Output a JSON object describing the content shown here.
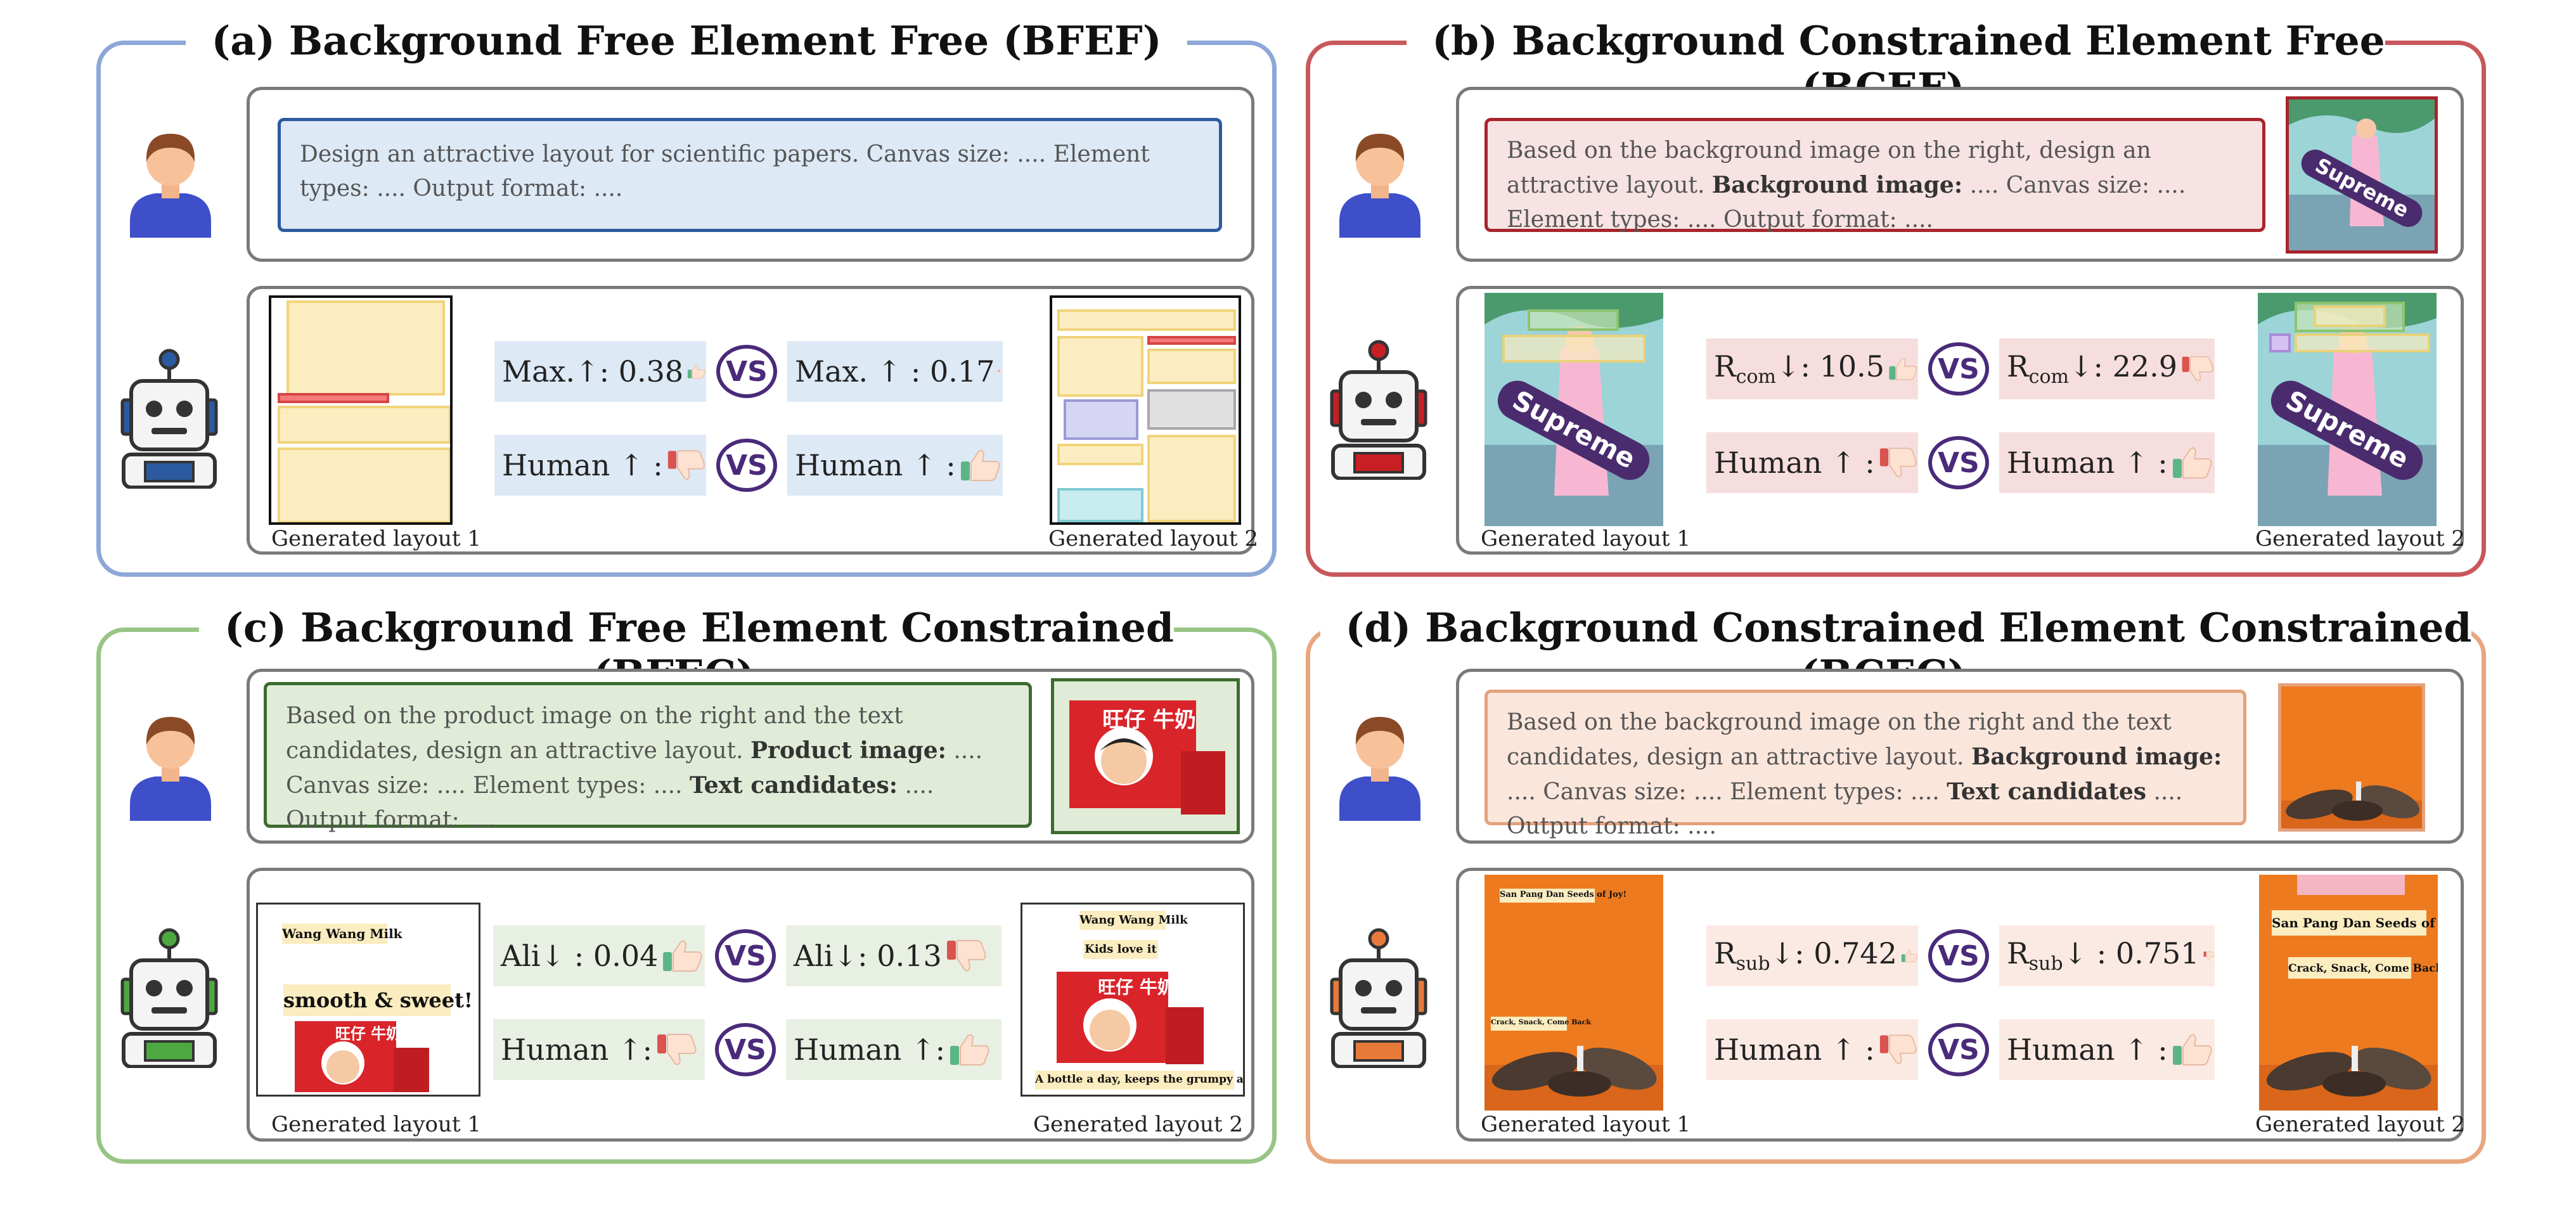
{
  "panels": {
    "a": {
      "title": "(a) Background Free Element Free (BFEF)",
      "prompt": "Design an attractive layout for scientific papers. Canvas size: .... Element types: .... Output format: ....",
      "metric_left_1": "Max.↑: 0.38",
      "metric_right_1": "Max. ↑ : 0.17",
      "metric_left_2": "Human ↑ :",
      "metric_right_2": "Human ↑ :",
      "vs": "VS",
      "caption_1": "Generated layout 1",
      "caption_2": "Generated layout 2"
    },
    "b": {
      "title": "(b) Background Constrained Element Free (BCEF)",
      "prompt_1": "Based on the background image on the right, design an attractive layout.",
      "prompt_bold": "Background image:",
      "prompt_2": " .... Canvas size: .... Element types: .... Output format: ....",
      "metric_left_1_main": "R",
      "metric_left_1_sub": "com",
      "metric_left_1_rest": "↓: 10.5",
      "metric_right_1_main": "R",
      "metric_right_1_sub": "com",
      "metric_right_1_rest": "↓: 22.9",
      "metric_left_2": "Human ↑ :",
      "metric_right_2": "Human ↑ :",
      "vs": "VS",
      "caption_1": "Generated layout 1",
      "caption_2": "Generated layout 2",
      "bg_text": "Supreme"
    },
    "c": {
      "title": "(c) Background Free Element Constrained (BFEC)",
      "prompt_1": "Based on the product image on the right and the text candidates, design an attractive layout.",
      "prompt_bold_1": "Product image:",
      "prompt_2": " .... Canvas size: .... Element types: ....",
      "prompt_bold_2": "Text candidates:",
      "prompt_3": " .... Output format: ....",
      "metric_left_1": "Ali↓ : 0.04",
      "metric_right_1": "Ali↓:  0.13",
      "metric_left_2": "Human ↑:",
      "metric_right_2": "Human ↑:",
      "vs": "VS",
      "caption_1": "Generated layout 1",
      "caption_2": "Generated layout 2",
      "l1_text_1": "Wang Wang Milk",
      "l1_text_2": "smooth & sweet!",
      "l2_text_1": "Wang Wang Milk",
      "l2_text_2": "Kids love it",
      "l2_text_3": "A bottle a day, keeps the grumpy away!",
      "product_text": "旺仔 牛奶"
    },
    "d": {
      "title": "(d) Background Constrained Element Constrained (BCEC)",
      "prompt_1": "Based on the background image on the right and the text candidates, design an attractive layout.",
      "prompt_bold_1": "Background image:",
      "prompt_2": " .... Canvas size: .... Element types: ....",
      "prompt_bold_2": "Text candidates",
      "prompt_3": " .... Output format: ....",
      "metric_left_1_main": "R",
      "metric_left_1_sub": "sub",
      "metric_left_1_rest": "↓: 0.742",
      "metric_right_1_main": "R",
      "metric_right_1_sub": "sub",
      "metric_right_1_rest": "↓ : 0.751",
      "metric_left_2": "Human ↑ :",
      "metric_right_2": "Human ↑ :",
      "vs": "VS",
      "caption_1": "Generated layout 1",
      "caption_2": "Generated layout 2",
      "l1_text_1": "San Pang Dan Seeds of Joy!",
      "l1_text_2": "Crack, Snack, Come Back",
      "l2_text_1": "San Pang Dan Seeds of Joy!",
      "l2_text_2": "Crack, Snack, Come Back"
    }
  },
  "colors": {
    "panel_a": "#8ea7d8",
    "panel_b": "#c8585c",
    "panel_c": "#98c585",
    "panel_d": "#e9a67e",
    "prompt_a_fill": "#dde9f5",
    "prompt_a_border": "#2c5aa0",
    "prompt_b_fill": "#f7e3e3",
    "prompt_b_border": "#a8242c",
    "prompt_c_fill": "#e0ecd7",
    "prompt_c_border": "#3d6b2f",
    "prompt_d_fill": "#fbe6dc",
    "prompt_d_border": "#e4a27c",
    "metric_a": "#dde9f5",
    "metric_b": "#f7dede",
    "metric_c": "#e8efe3",
    "metric_d": "#fbeae3",
    "thumb_up": "#5cb587",
    "thumb_down": "#d9534f",
    "vs": "#4a2a7a"
  }
}
